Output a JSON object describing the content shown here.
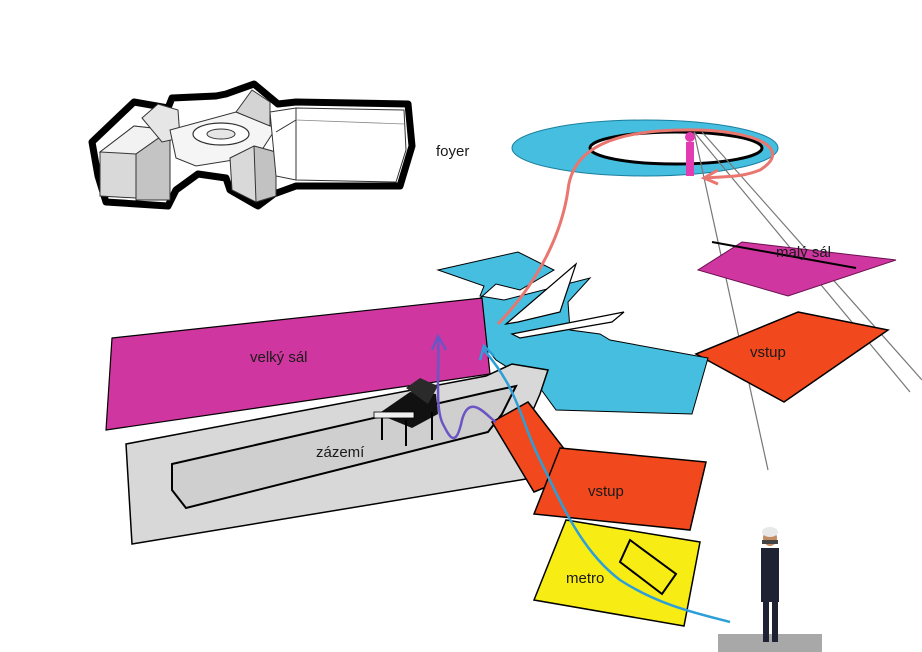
{
  "labels": {
    "foyer": "foyer",
    "maly_sal": "malý sál",
    "velky_sal": "velký sál",
    "vstup_upper": "vstup",
    "vstup_lower": "vstup",
    "zazemi": "zázemí",
    "metro": "metro"
  },
  "colors": {
    "foyer": "#45bedf",
    "magenta": "#d0369f",
    "vstup": "#f2481d",
    "metro": "#f7ec14",
    "zazemi": "#d8d8d8",
    "path_red": "#e9766f",
    "path_blue": "#2d9fd8",
    "path_purple": "#6b55c4",
    "outline": "#111111"
  },
  "icons": {
    "building_model": "building-massing-model",
    "piano": "grand-piano",
    "person_foyer": "standing-person-pink",
    "person_viewer": "standing-man-with-turban"
  }
}
